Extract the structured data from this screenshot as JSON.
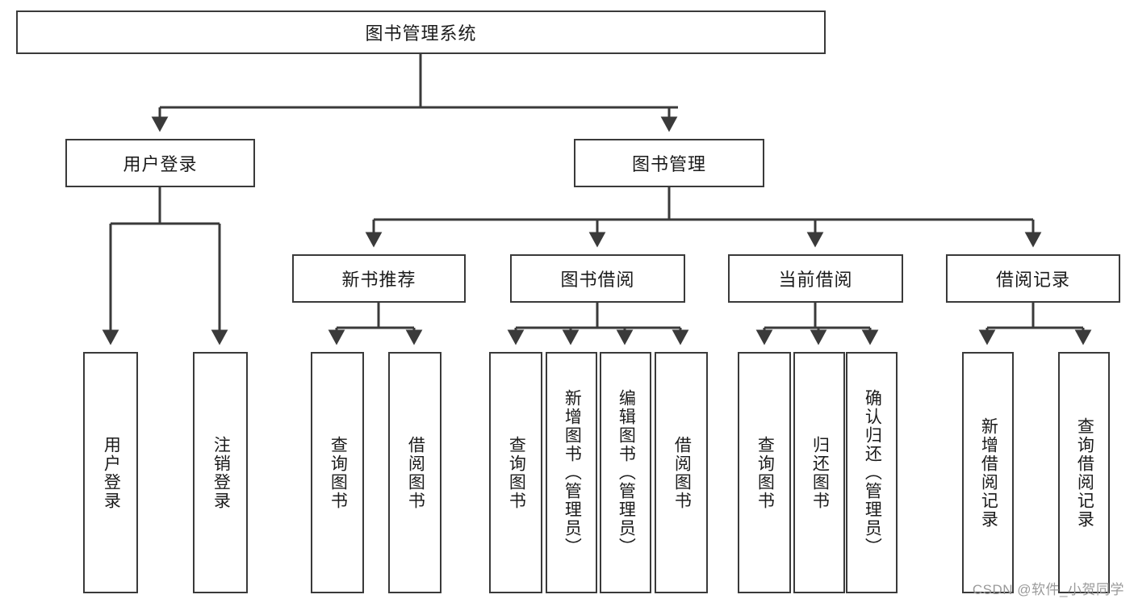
{
  "diagram": {
    "title": "图书管理系统",
    "watermark": "CSDN @软件_小贺同学",
    "line_color": "#3a3a3a",
    "text_color": "#1b1b1b",
    "background": "#ffffff",
    "root": {
      "label": "图书管理系统"
    },
    "level2": [
      {
        "label": "用户登录"
      },
      {
        "label": "图书管理"
      }
    ],
    "level3": [
      {
        "label": "新书推荐"
      },
      {
        "label": "图书借阅"
      },
      {
        "label": "当前借阅"
      },
      {
        "label": "借阅记录"
      }
    ],
    "leaves": {
      "user_login": [
        {
          "label": "用户登录"
        },
        {
          "label": "注销登录"
        }
      ],
      "new_book": [
        {
          "label": "查询图书"
        },
        {
          "label": "借阅图书"
        }
      ],
      "book_borrow": [
        {
          "label": "查询图书"
        },
        {
          "label": "新增图书（管理员）"
        },
        {
          "label": "编辑图书（管理员）"
        },
        {
          "label": "借阅图书"
        }
      ],
      "current_borrow": [
        {
          "label": "查询图书"
        },
        {
          "label": "归还图书"
        },
        {
          "label": "确认归还（管理员）"
        }
      ],
      "borrow_record": [
        {
          "label": "新增借阅记录"
        },
        {
          "label": "查询借阅记录"
        }
      ]
    }
  }
}
